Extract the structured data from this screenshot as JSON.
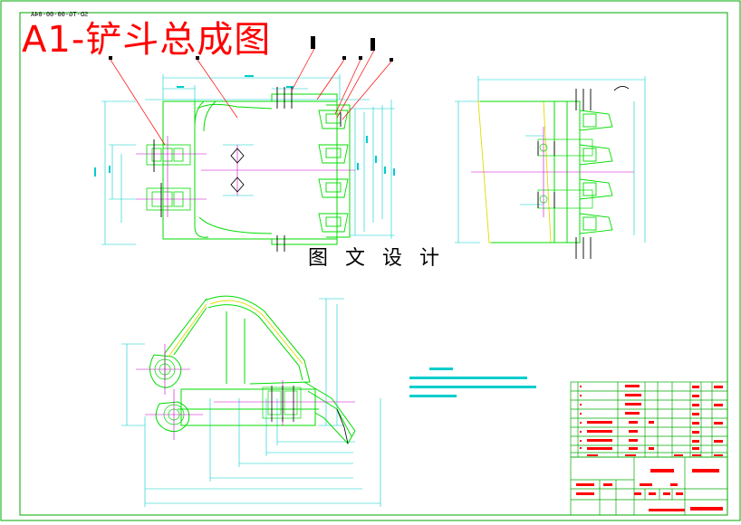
{
  "drawing": {
    "code_stamp": "SD-TG-00-00-04A",
    "title": "A1-铲斗总成图",
    "watermark": "图 文 设 计"
  },
  "colors": {
    "frame": "#00aa00",
    "outline": "#00dd00",
    "dimension": "#00cccc",
    "centerline": "#cc00cc",
    "leader": "#ff0000",
    "hidden": "#dddd00",
    "part": "#000000"
  }
}
